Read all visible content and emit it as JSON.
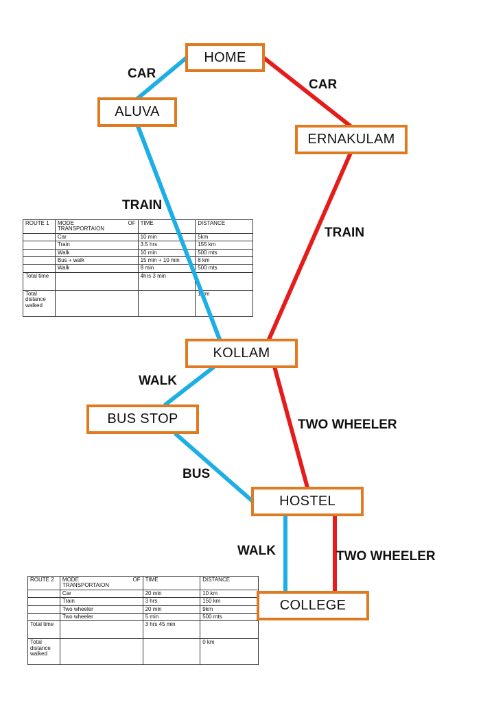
{
  "nodes": {
    "home": "HOME",
    "aluva": "ALUVA",
    "ernakulam": "ERNAKULAM",
    "kollam": "KOLLAM",
    "bus_stop": "BUS STOP",
    "hostel": "HOSTEL",
    "college": "COLLEGE"
  },
  "edges": {
    "home_aluva": "CAR",
    "home_ernakulam": "CAR",
    "aluva_kollam": "TRAIN",
    "ernakulam_kollam": "TRAIN",
    "kollam_busstop": "WALK",
    "busstop_hostel": "BUS",
    "kollam_hostel": "TWO WHEELER",
    "hostel_college_walk": "WALK",
    "hostel_college_two_wheeler": "TWO WHEELER"
  },
  "colors": {
    "route1": "#1eaee6",
    "route2": "#e51c1c",
    "node_border": "#e07a20"
  },
  "route1_table": {
    "header": {
      "route": "ROUTE 1",
      "mode_a": "MODE",
      "mode_b": "OF",
      "mode_c": "TRANSPORTAION",
      "time": "TIME",
      "distance": "DISTANCE"
    },
    "rows": [
      {
        "mode": "Car",
        "time": "10 min",
        "distance": "5km"
      },
      {
        "mode": "Train",
        "time": "3.5 hrs",
        "distance": "155 km"
      },
      {
        "mode": "Walk",
        "time": "10 min",
        "distance": "500 mts"
      },
      {
        "mode": "Bus + walk",
        "time": "15 min + 10 min",
        "distance": "8 km"
      },
      {
        "mode": "Walk",
        "time": "8 min",
        "distance": "500 mts"
      }
    ],
    "total_time_label": "Total time",
    "total_time": "4hrs 3 min",
    "total_distance_label": "Total distance walked",
    "total_distance": "1 km"
  },
  "route2_table": {
    "header": {
      "route": "ROUTE 2",
      "mode_a": "MODE",
      "mode_b": "OF",
      "mode_c": "TRANSPORTAION",
      "time": "TIME",
      "distance": "DISTANCE"
    },
    "rows": [
      {
        "mode": "Car",
        "time": "20 min",
        "distance": "10 km"
      },
      {
        "mode": "Train",
        "time": "3 hrs",
        "distance": "150 km"
      },
      {
        "mode": "Two wheeler",
        "time": "20 min",
        "distance": "9km"
      },
      {
        "mode": "Two wheeler",
        "time": "5 min",
        "distance": "500 mts"
      }
    ],
    "total_time_label": "Total time",
    "total_time": "3 hrs 45 min",
    "total_distance_label": "Total distance walked",
    "total_distance": "0 km"
  }
}
